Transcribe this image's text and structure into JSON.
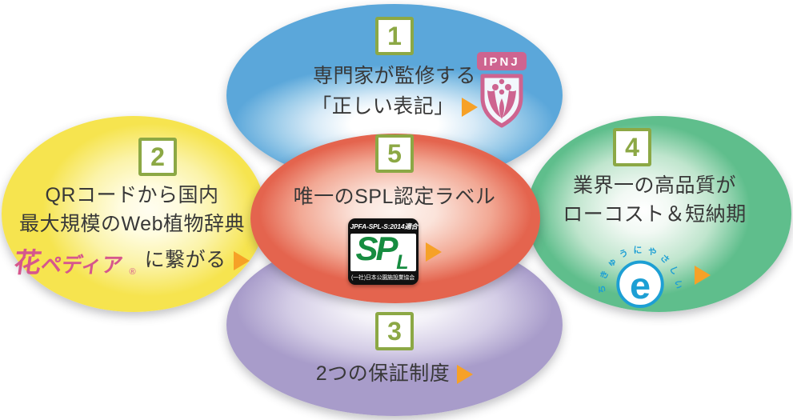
{
  "petals": {
    "top": {
      "number": "1",
      "line1": "専門家が監修する",
      "line2": "「正しい表記」"
    },
    "left": {
      "number": "2",
      "line1": "QRコードから国内",
      "line2": "最大規模のWeb植物辞典",
      "brand_first": "花",
      "brand_rest": "ペディア",
      "brand_mark": "®",
      "line3_suffix": "に繋がる"
    },
    "right": {
      "number": "4",
      "line1": "業界一の高品質が",
      "line2": "ローコスト＆短納期"
    },
    "bottom": {
      "number": "3",
      "line1": "2つの保証制度"
    },
    "center": {
      "number": "5",
      "line1": "唯一のSPL認定ラベル"
    }
  },
  "logos": {
    "ipnj": {
      "text": "IPNJ"
    },
    "spl": {
      "top": "JPFA-SPL-S:2014適合",
      "sp": "SP",
      "l": "L",
      "bottom": "(一社)日本公園施設業協会"
    },
    "eco": {
      "arc_text": "ちきゅうにやさしい",
      "letter": "e"
    }
  },
  "colors": {
    "background": "#ffffff",
    "blue": "#5ba7da",
    "yellow": "#f6e44f",
    "green": "#5fbe8c",
    "purple": "#a89cca",
    "red": "#e4644e",
    "arrow": "#f6a127",
    "number_green": "#8ca845",
    "ipnj_pink": "#ce6490",
    "brand_pink": "#d6568d",
    "eco_blue": "#1d9fd4",
    "spl_green": "#168c40",
    "text": "#383838"
  }
}
